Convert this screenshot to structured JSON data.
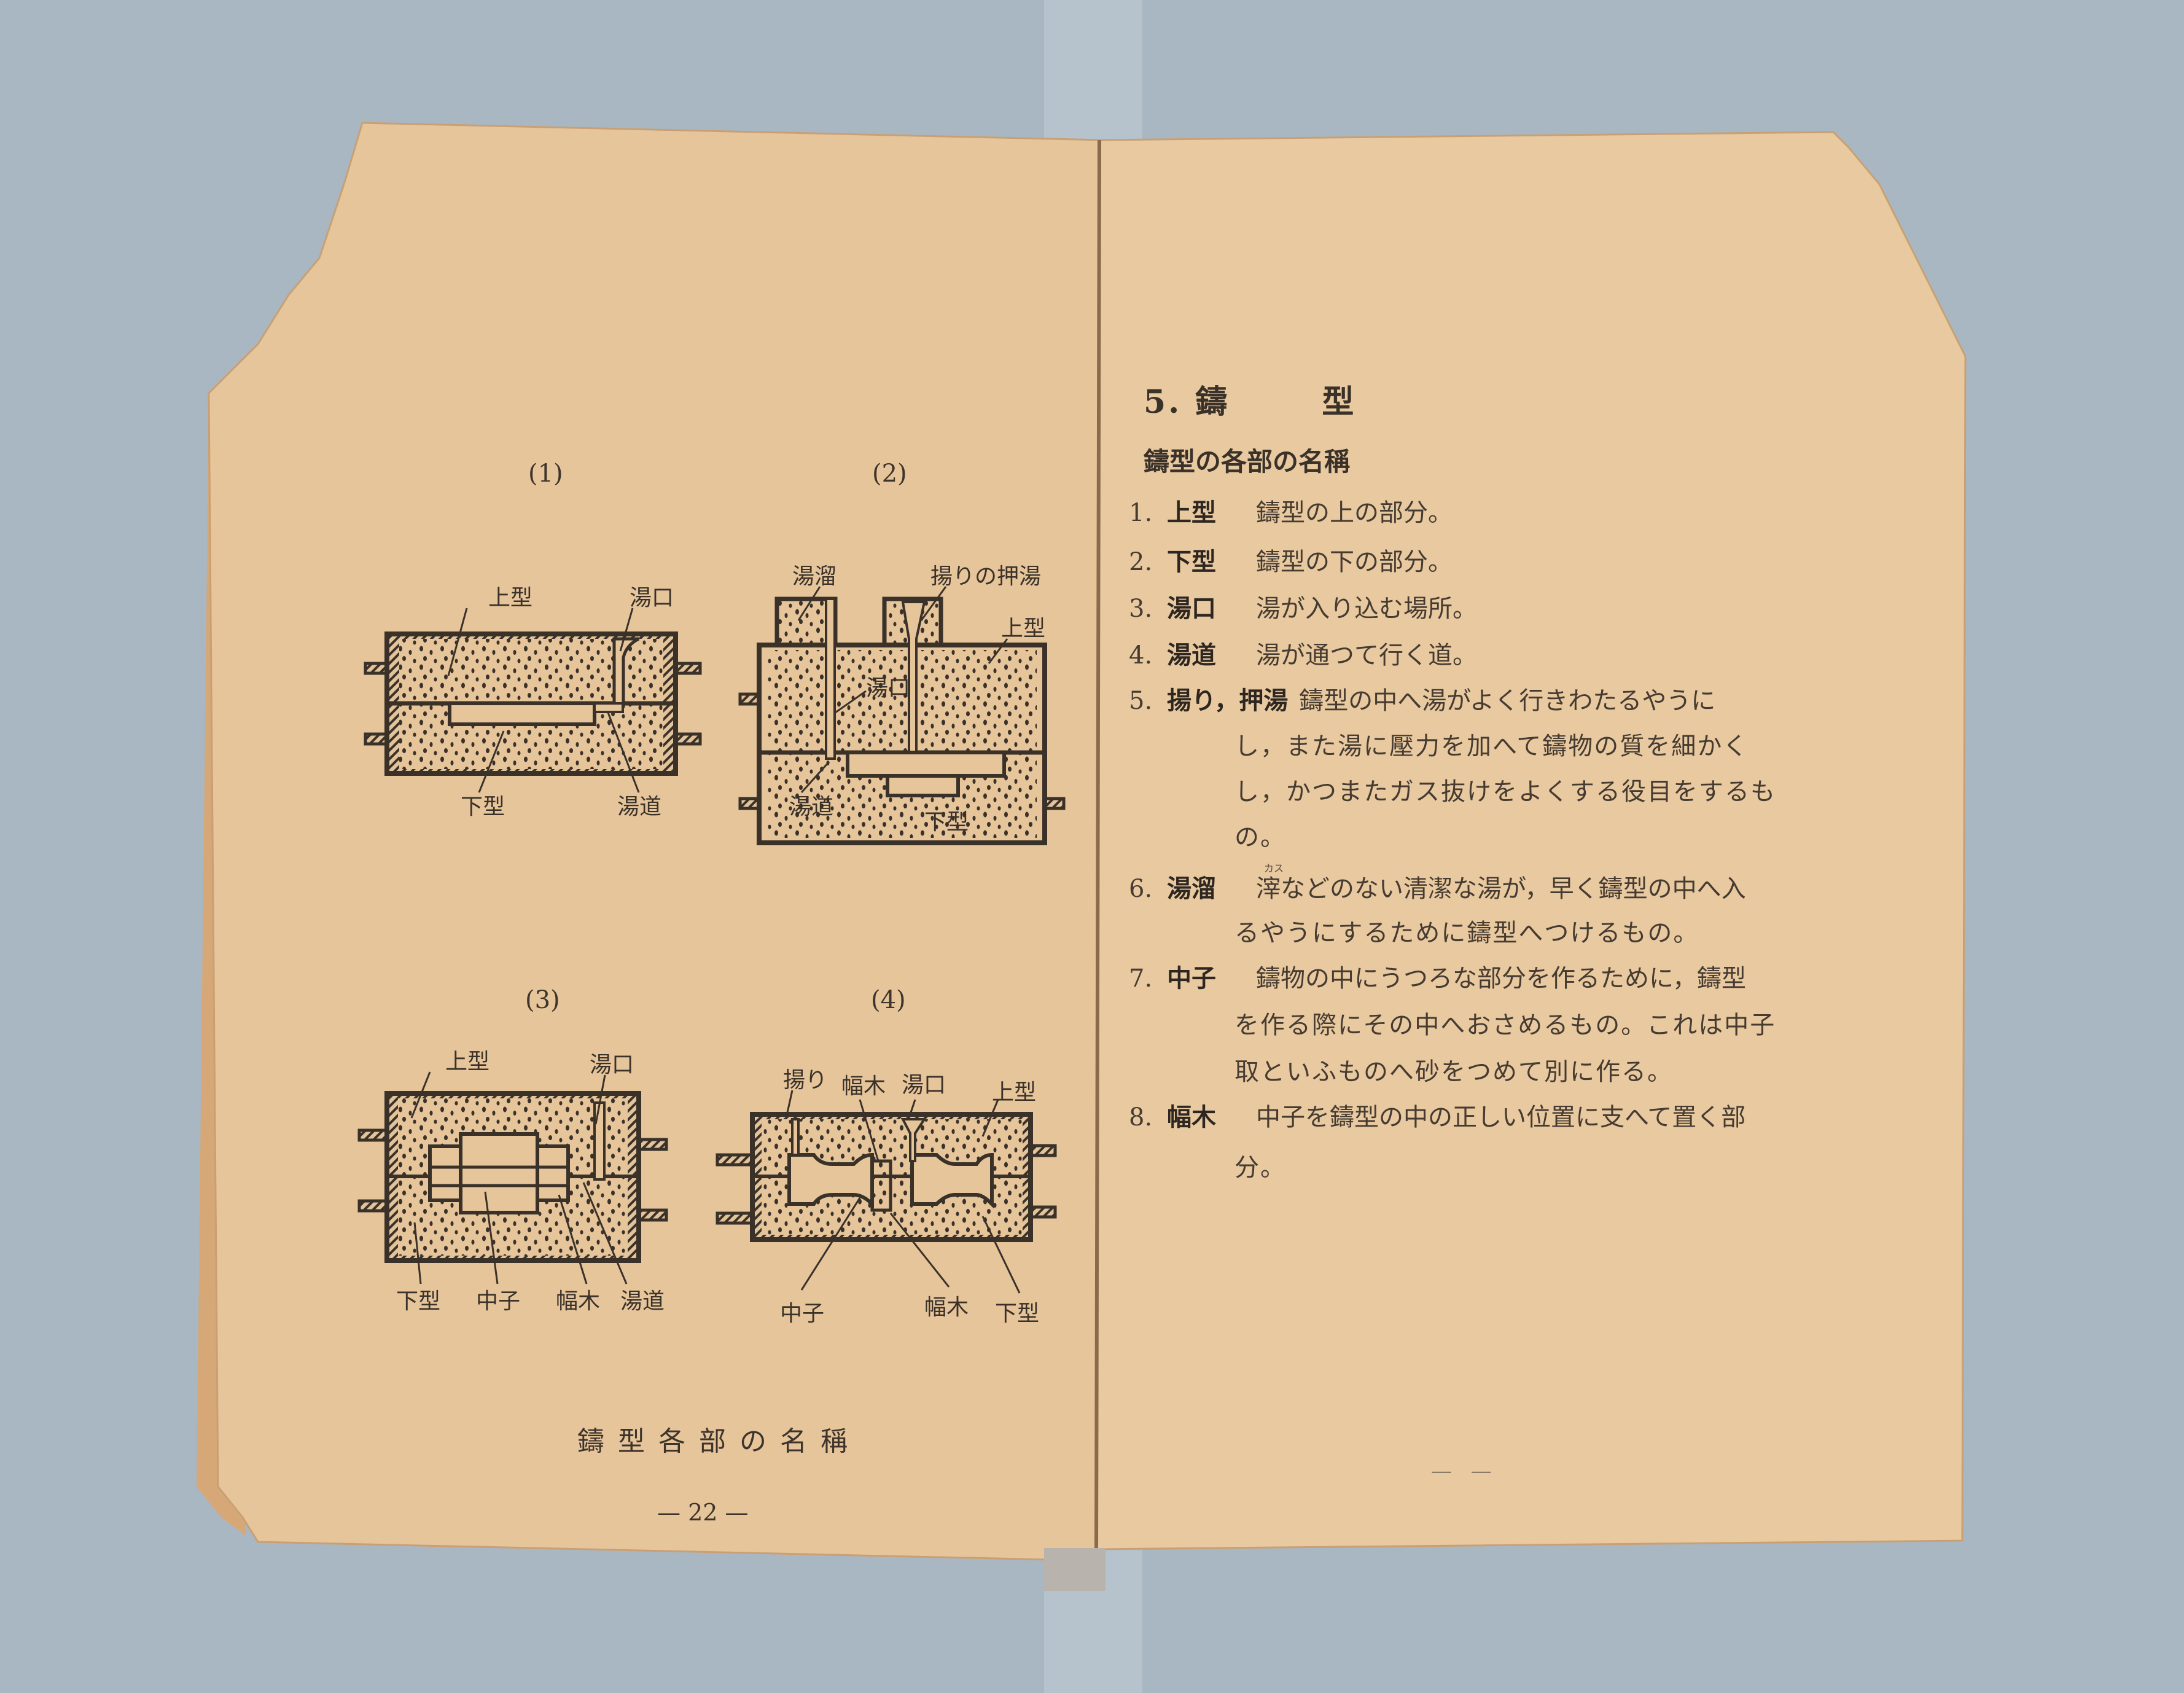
{
  "left_page": {
    "figure_labels": [
      "(1)",
      "(2)",
      "(3)",
      "(4)"
    ],
    "fig1": {
      "upper_mold": "上型",
      "sprue": "湯口",
      "lower_mold": "下型",
      "runner": "湯道"
    },
    "fig2": {
      "pouring_basin": "湯溜",
      "riser": "揚りの押湯",
      "upper_mold": "上型",
      "sprue": "湯口",
      "runner": "湯道",
      "lower_mold": "下型"
    },
    "fig3": {
      "upper_mold": "上型",
      "sprue": "湯口",
      "lower_mold": "下型",
      "core": "中子",
      "core_print": "幅木",
      "runner": "湯道"
    },
    "fig4": {
      "riser": "揚り",
      "core_print_top": "幅木",
      "sprue": "湯口",
      "upper_mold": "上型",
      "core": "中子",
      "core_print": "幅木",
      "lower_mold": "下型"
    },
    "caption": "鑄型各部の名稱",
    "page_number": "— 22 —"
  },
  "right_page": {
    "heading_number": "5.",
    "heading_1": "鑄",
    "heading_2": "型",
    "subheading": "鑄型の各部の名稱",
    "items": [
      {
        "num": "1.",
        "term": "上型",
        "lines": [
          "鑄型の上の部分。"
        ]
      },
      {
        "num": "2.",
        "term": "下型",
        "lines": [
          "鑄型の下の部分。"
        ]
      },
      {
        "num": "3.",
        "term": "湯口",
        "lines": [
          "湯が入り込む場所。"
        ]
      },
      {
        "num": "4.",
        "term": "湯道",
        "lines": [
          "湯が通つて行く道。"
        ]
      },
      {
        "num": "5.",
        "term": "揚り，押湯",
        "lines": [
          "鑄型の中へ湯がよく行きわたるやうに",
          "し，また湯に壓力を加へて鑄物の質を細かく",
          "し，かつまたガス抜けをよくする役目をするも",
          "の。"
        ]
      },
      {
        "num": "6.",
        "term": "湯溜",
        "ruby": "カス",
        "lines": [
          "滓などのない清潔な湯が，早く鑄型の中へ入",
          "るやうにするために鑄型へつけるもの。"
        ]
      },
      {
        "num": "7.",
        "term": "中子",
        "lines": [
          "鑄物の中にうつろな部分を作るために，鑄型",
          "を作る際にその中へおさめるもの。これは中子",
          "取といふものへ砂をつめて別に作る。"
        ]
      },
      {
        "num": "8.",
        "term": "幅木",
        "lines": [
          "中子を鑄型の中の正しい位置に支へて置く部",
          "分。"
        ]
      }
    ],
    "page_number": "— —"
  }
}
